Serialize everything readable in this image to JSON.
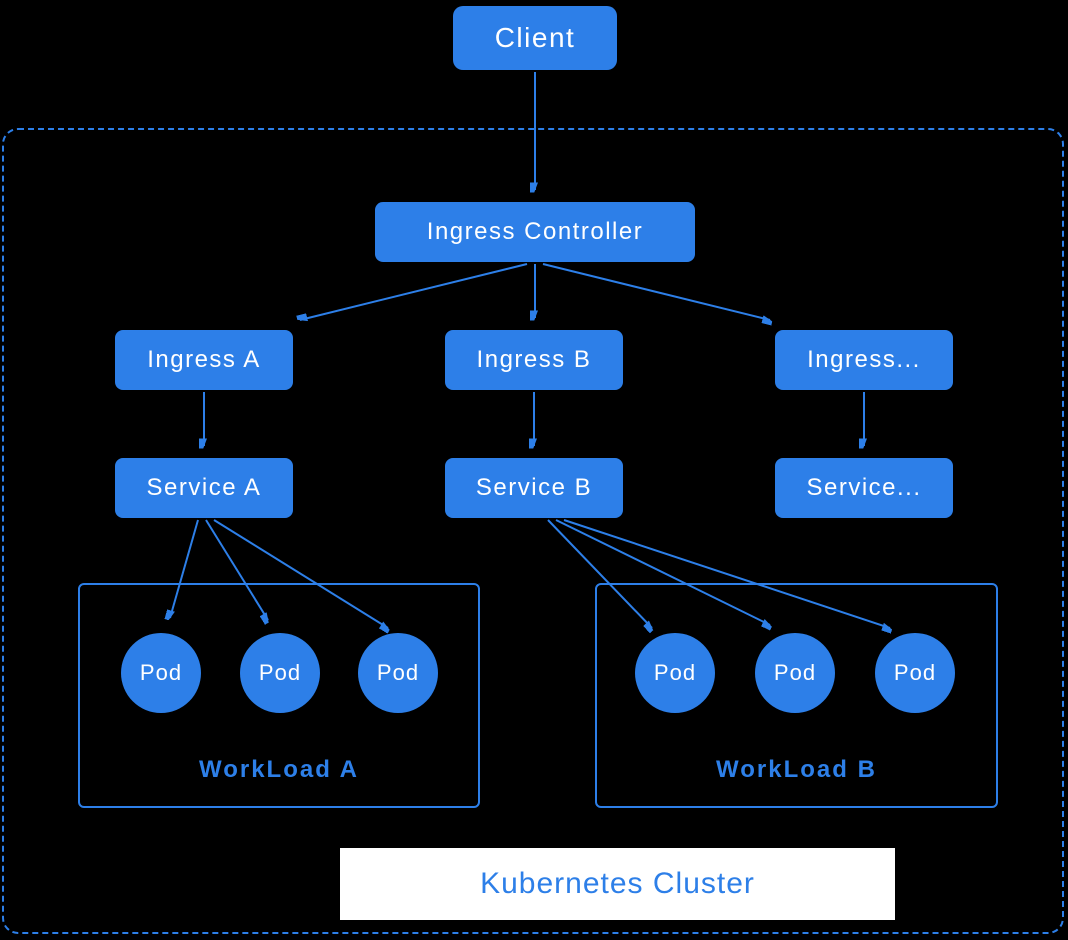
{
  "colors": {
    "primary_blue": "#2D7FE8",
    "background": "#000000",
    "node_text": "#FFFFFF",
    "cluster_label_background": "#FFFFFF"
  },
  "nodes": {
    "client": "Client",
    "ingress_controller": "Ingress Controller",
    "ingress_a": "Ingress A",
    "ingress_b": "Ingress B",
    "ingress_more": "Ingress...",
    "service_a": "Service A",
    "service_b": "Service B",
    "service_more": "Service...",
    "pod_label": "Pod"
  },
  "workload_a": {
    "label": "WorkLoad A"
  },
  "workload_b": {
    "label": "WorkLoad B"
  },
  "cluster": {
    "label": "Kubernetes Cluster"
  }
}
